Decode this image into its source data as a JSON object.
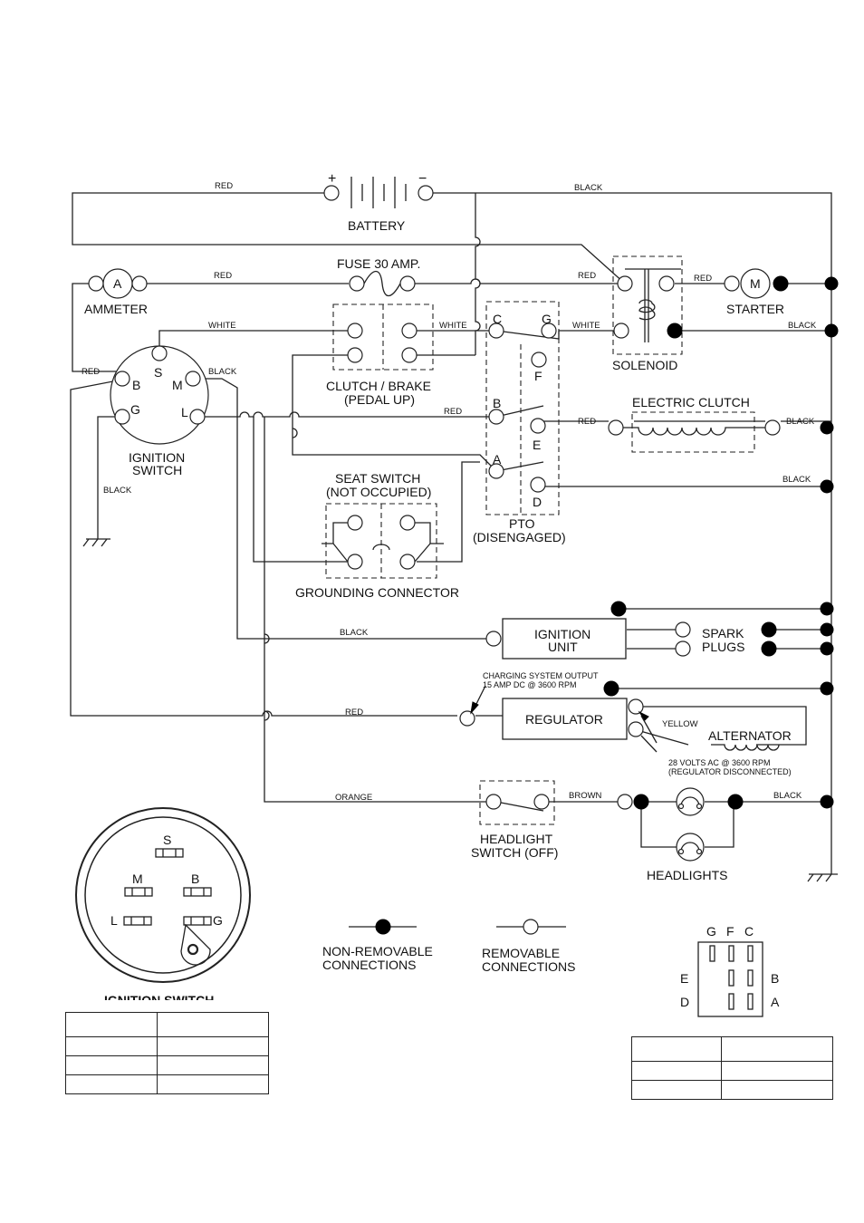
{
  "labels": {
    "battery": "BATTERY",
    "plus": "+",
    "minus": "−",
    "fuse": "FUSE 30 AMP.",
    "ammeter": "AMMETER",
    "ammeter_symbol": "A",
    "starter": "STARTER",
    "starter_symbol": "M",
    "solenoid": "SOLENOID",
    "clutch_brake_1": "CLUTCH / BRAKE",
    "clutch_brake_2": "(PEDAL UP)",
    "ignition_switch_1": "IGNITION",
    "ignition_switch_2": "SWITCH",
    "electric_clutch": "ELECTRIC CLUTCH",
    "seat_switch_1": "SEAT SWITCH",
    "seat_switch_2": "(NOT OCCUPIED)",
    "pto_1": "PTO",
    "pto_2": "(DISENGAGED)",
    "grounding_connector": "GROUNDING CONNECTOR",
    "ignition_unit_1": "IGNITION",
    "ignition_unit_2": "UNIT",
    "spark_plugs_1": "SPARK",
    "spark_plugs_2": "PLUGS",
    "regulator": "REGULATOR",
    "alternator": "ALTERNATOR",
    "charging_1": "CHARGING SYSTEM OUTPUT",
    "charging_2": "15 AMP DC @ 3600 RPM",
    "volts_1": "28 VOLTS AC @ 3600 RPM",
    "volts_2": "(REGULATOR DISCONNECTED)",
    "headlight_switch_1": "HEADLIGHT",
    "headlight_switch_2": "SWITCH (OFF)",
    "headlights": "HEADLIGHTS",
    "non_removable_1": "NON-REMOVABLE",
    "non_removable_2": "CONNECTIONS",
    "removable_1": "REMOVABLE",
    "removable_2": "CONNECTIONS",
    "ignition_switch_bottom": "IGNITION SWITCH"
  },
  "wire_colors": {
    "red": "RED",
    "black": "BLACK",
    "white": "WHITE",
    "orange": "ORANGE",
    "brown": "BROWN",
    "yellow": "YELLOW"
  },
  "ignition_terminals": [
    "S",
    "B",
    "M",
    "G",
    "L"
  ],
  "pto_terminals": [
    "A",
    "B",
    "C",
    "D",
    "E",
    "F",
    "G"
  ],
  "connector_pins": [
    "G",
    "F",
    "C",
    "E",
    "B",
    "D",
    "A"
  ]
}
